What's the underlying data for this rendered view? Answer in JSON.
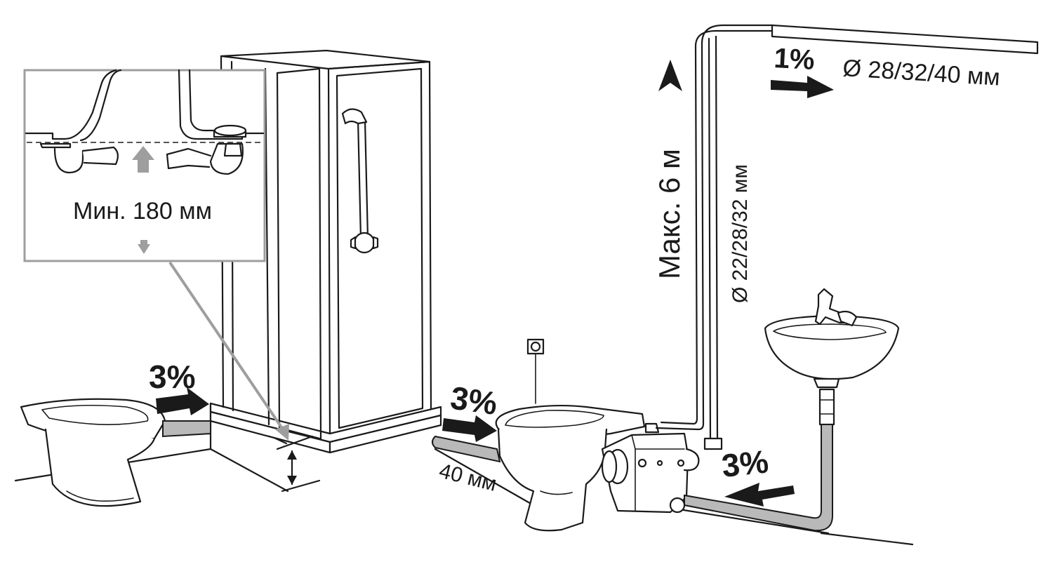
{
  "labels": {
    "inset_min_height": "Мин. 180 мм",
    "slope_left": "3%",
    "slope_middle": "3%",
    "slope_right": "3%",
    "slope_top": "1%",
    "pipe_diameter_horizontal": "Ø 28/32/40 мм",
    "pipe_diameter_vertical": "Ø 22/28/32 мм",
    "max_height": "Макс. 6 м",
    "pipe_size_toilet": "40 мм"
  },
  "colors": {
    "line": "#1a1a1a",
    "inset_grey": "#9e9e9e",
    "pipe_fill": "#b9b9b9"
  }
}
